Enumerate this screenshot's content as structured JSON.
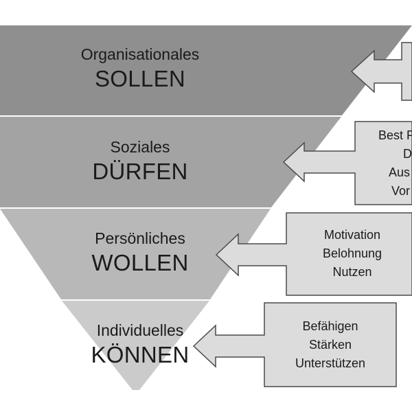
{
  "colors": {
    "level1": "#8f8f8f",
    "level2": "#a3a3a3",
    "level3": "#b8b8b8",
    "level4": "#cbcbcb",
    "callout_fill": "#dcdcdc",
    "callout_stroke": "#4a4a4a"
  },
  "levels": [
    {
      "subtitle": "Organisationales",
      "title": "SOLLEN"
    },
    {
      "subtitle": "Soziales",
      "title": "DÜRFEN"
    },
    {
      "subtitle": "Persönliches",
      "title": "WOLLEN"
    },
    {
      "subtitle": "Individuelles",
      "title": "KÖNNEN"
    }
  ],
  "callouts": [
    {
      "lines": []
    },
    {
      "lines": [
        "Best P",
        "D",
        "Aus",
        "Vor"
      ]
    },
    {
      "lines": [
        "Motivation",
        "Belohnung",
        "Nutzen"
      ]
    },
    {
      "lines": [
        "Befähigen",
        "Stärken",
        "Unterstützen"
      ]
    }
  ]
}
